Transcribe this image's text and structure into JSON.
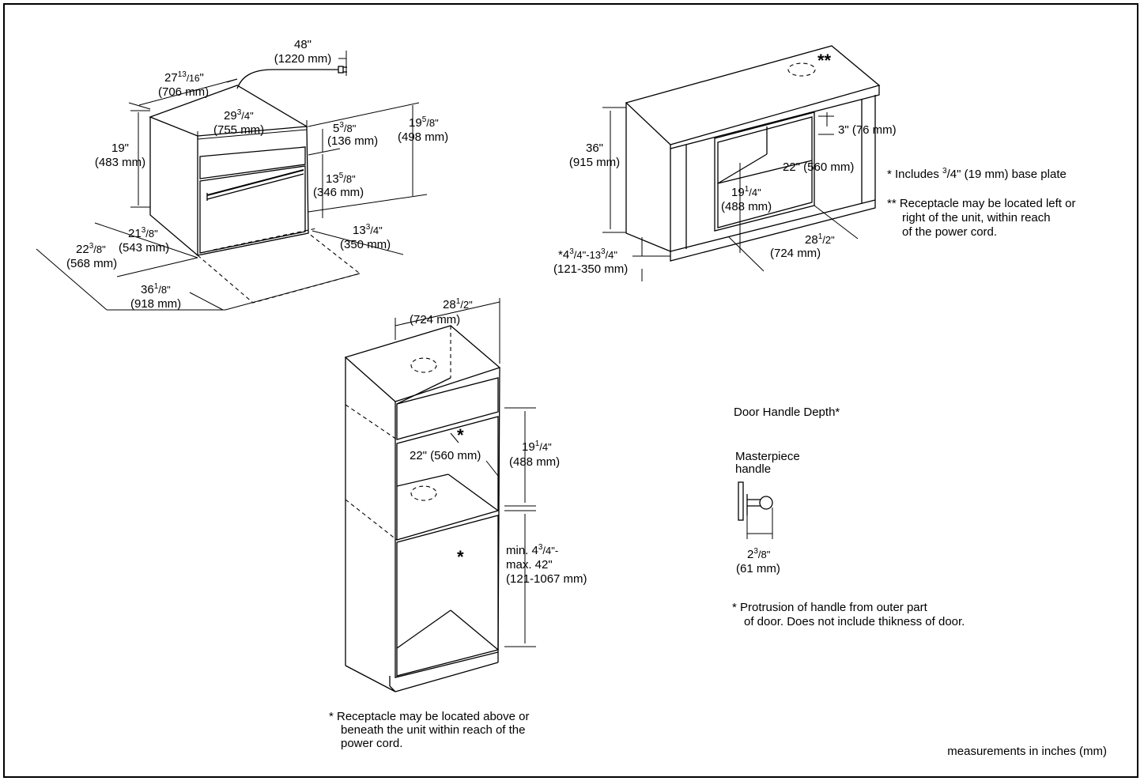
{
  "top_left": {
    "cord_len": [
      "48\"",
      "(1220 mm)"
    ],
    "depth_top": [
      "27",
      "13",
      "/",
      "16",
      "\"",
      "(706 mm)"
    ],
    "width": [
      "29",
      "3",
      "/4\"",
      "(755 mm)"
    ],
    "height": [
      "19\"",
      "(483 mm)"
    ],
    "drawer_h": [
      "5",
      "3",
      "/8\"",
      "(136 mm)"
    ],
    "total_h": [
      "19",
      "5",
      "/8\"",
      "(498 mm)"
    ],
    "opening_h": [
      "13",
      "5",
      "/8\"",
      "(346 mm)"
    ],
    "side_depth": [
      "21",
      "3",
      "/8\"",
      "(543 mm)"
    ],
    "depth_full": [
      "22",
      "3",
      "/8\"",
      "(568 mm)"
    ],
    "drawer_ext": [
      "13",
      "3",
      "/4\"",
      "(350 mm)"
    ],
    "open_depth": [
      "36",
      "1",
      "/8\"",
      "(918 mm)"
    ]
  },
  "top_right": {
    "double_star": "**",
    "dim_3": "3\" (76 mm)",
    "height": [
      "36\"",
      "(915 mm)"
    ],
    "inner_w": "22\" (560 mm)",
    "inner_h": [
      "19",
      "1",
      "/4\"",
      "(488 mm)"
    ],
    "width": [
      "28",
      "1",
      "/2\"",
      "(724 mm)"
    ],
    "base": [
      "*4",
      "3",
      "/4\"-13",
      "3",
      "/4\"",
      "(121-350 mm)"
    ],
    "note1": [
      "*  Includes ",
      "3",
      "/4\" (19 mm) base plate"
    ],
    "note2": [
      "** Receptacle may be located left or",
      "right of the unit, within reach",
      "of the power cord."
    ]
  },
  "bottom": {
    "width": [
      "28",
      "1",
      "/2\"",
      "(724 mm)"
    ],
    "star": "*",
    "depth": "22\" (560 mm)",
    "inner_h": [
      "19",
      "1",
      "/4\"",
      "(488 mm)"
    ],
    "lower_h": [
      "min. 4",
      "3",
      "/4\"-",
      "max. 42\"",
      "(121-1067 mm)"
    ],
    "note": [
      "*  Receptacle may be located above or",
      "beneath the unit within reach of the",
      "power cord."
    ]
  },
  "handle": {
    "title": "Door Handle Depth*",
    "label": [
      "Masterpiece",
      "handle"
    ],
    "depth": [
      "2",
      "3",
      "/8\"",
      "(61 mm)"
    ],
    "note": [
      "*  Protrusion of handle from outer part",
      "of door. Does not include thikness of door."
    ]
  },
  "footer": "measurements in inches (mm)"
}
